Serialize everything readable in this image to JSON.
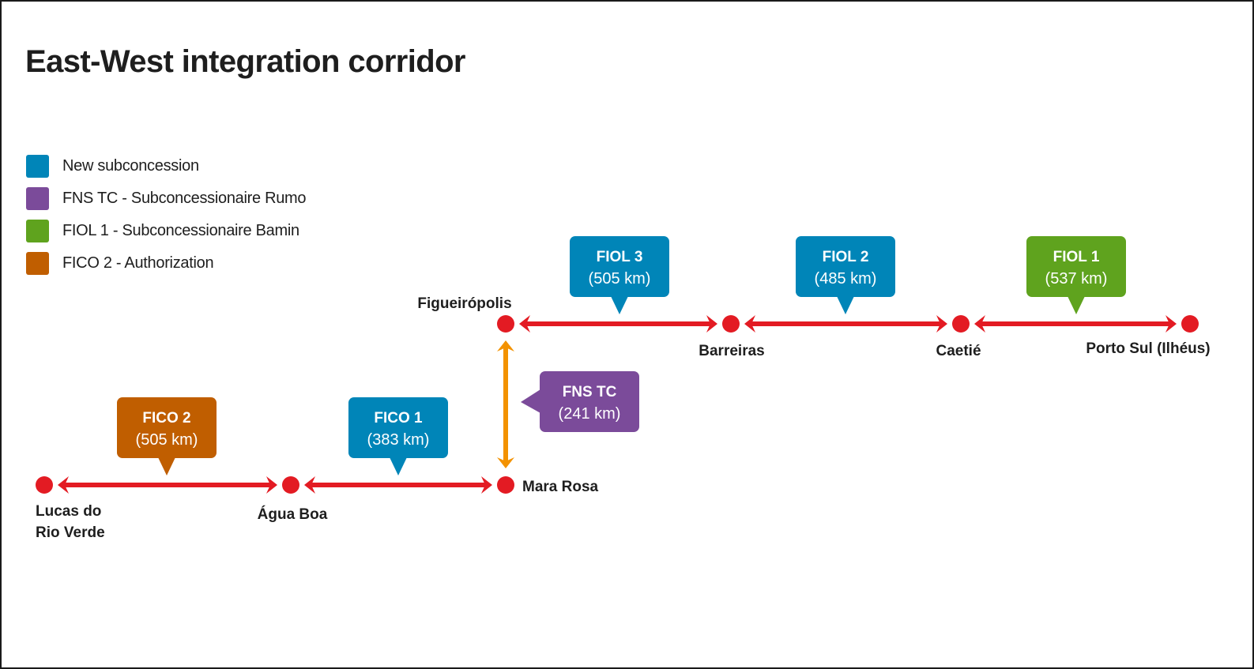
{
  "title": "East-West integration corridor",
  "colors": {
    "line": "#e31b23",
    "station": "#e31b23",
    "connector": "#f39200",
    "new_subconcession": "#0085b8",
    "fns_tc": "#7b4b9a",
    "fiol1": "#5fa31e",
    "fico2": "#c05e00"
  },
  "legend": [
    {
      "label": "New subconcession",
      "color": "#0085b8"
    },
    {
      "label": "FNS TC - Subconcessionaire Rumo",
      "color": "#7b4b9a"
    },
    {
      "label": "FIOL 1 - Subconcessionaire Bamin",
      "color": "#5fa31e"
    },
    {
      "label": "FICO 2 - Authorization",
      "color": "#c05e00"
    }
  ],
  "stations": [
    {
      "id": "lucas",
      "name_lines": [
        "Lucas do",
        "Rio Verde"
      ]
    },
    {
      "id": "agua_boa",
      "name_lines": [
        "Água Boa"
      ]
    },
    {
      "id": "mara_rosa",
      "name_lines": [
        "Mara Rosa"
      ]
    },
    {
      "id": "figueiropolis",
      "name_lines": [
        "Figueirópolis"
      ]
    },
    {
      "id": "barreiras",
      "name_lines": [
        "Barreiras"
      ]
    },
    {
      "id": "caetite",
      "name_lines": [
        "Caetié"
      ]
    },
    {
      "id": "porto_sul",
      "name_lines": [
        "Porto Sul (Ilhéus)"
      ]
    }
  ],
  "segments": [
    {
      "id": "fico2",
      "name": "FICO 2",
      "length": "(505 km)",
      "length_km": 505,
      "from": "lucas",
      "to": "agua_boa",
      "category": "FICO 2 - Authorization",
      "color": "#c05e00"
    },
    {
      "id": "fico1",
      "name": "FICO 1",
      "length": "(383 km)",
      "length_km": 383,
      "from": "agua_boa",
      "to": "mara_rosa",
      "category": "New subconcession",
      "color": "#0085b8"
    },
    {
      "id": "fnstc",
      "name": "FNS TC",
      "length": "(241 km)",
      "length_km": 241,
      "from": "mara_rosa",
      "to": "figueiropolis",
      "category": "FNS TC - Subconcessionaire Rumo",
      "color": "#7b4b9a"
    },
    {
      "id": "fiol3",
      "name": "FIOL 3",
      "length": "(505 km)",
      "length_km": 505,
      "from": "figueiropolis",
      "to": "barreiras",
      "category": "New subconcession",
      "color": "#0085b8"
    },
    {
      "id": "fiol2",
      "name": "FIOL 2",
      "length": "(485 km)",
      "length_km": 485,
      "from": "barreiras",
      "to": "caetite",
      "category": "New subconcession",
      "color": "#0085b8"
    },
    {
      "id": "fiol1",
      "name": "FIOL 1",
      "length": "(537 km)",
      "length_km": 537,
      "from": "caetite",
      "to": "porto_sul",
      "category": "FIOL 1 - Subconcessionaire Bamin",
      "color": "#5fa31e"
    }
  ]
}
